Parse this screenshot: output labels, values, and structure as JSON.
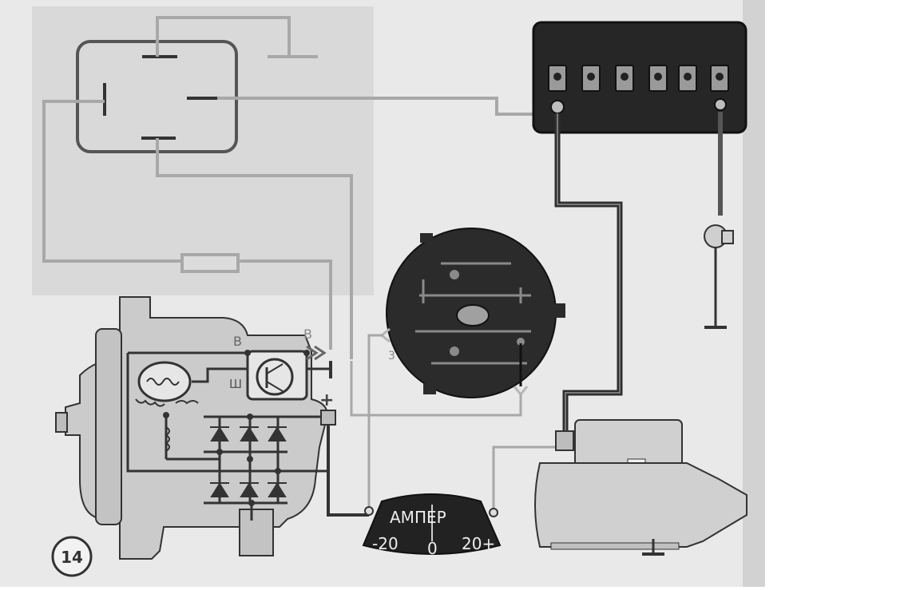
{
  "figure_number": "14",
  "labels": {
    "terminal_b": "В",
    "terminal_b2": "В",
    "terminal_sh": "Ш",
    "terminal_plus": "+",
    "terminal_3": "3"
  },
  "ammeter": {
    "title": "АМПЕР",
    "scale_min": "-20",
    "scale_mid": "0",
    "scale_max": "20+"
  },
  "colors": {
    "paper": "#e9e9e9",
    "ink": "#333333",
    "highlight": "#d9d9d9",
    "wire": "#a8a8a8",
    "dark_panel": "#262626"
  }
}
